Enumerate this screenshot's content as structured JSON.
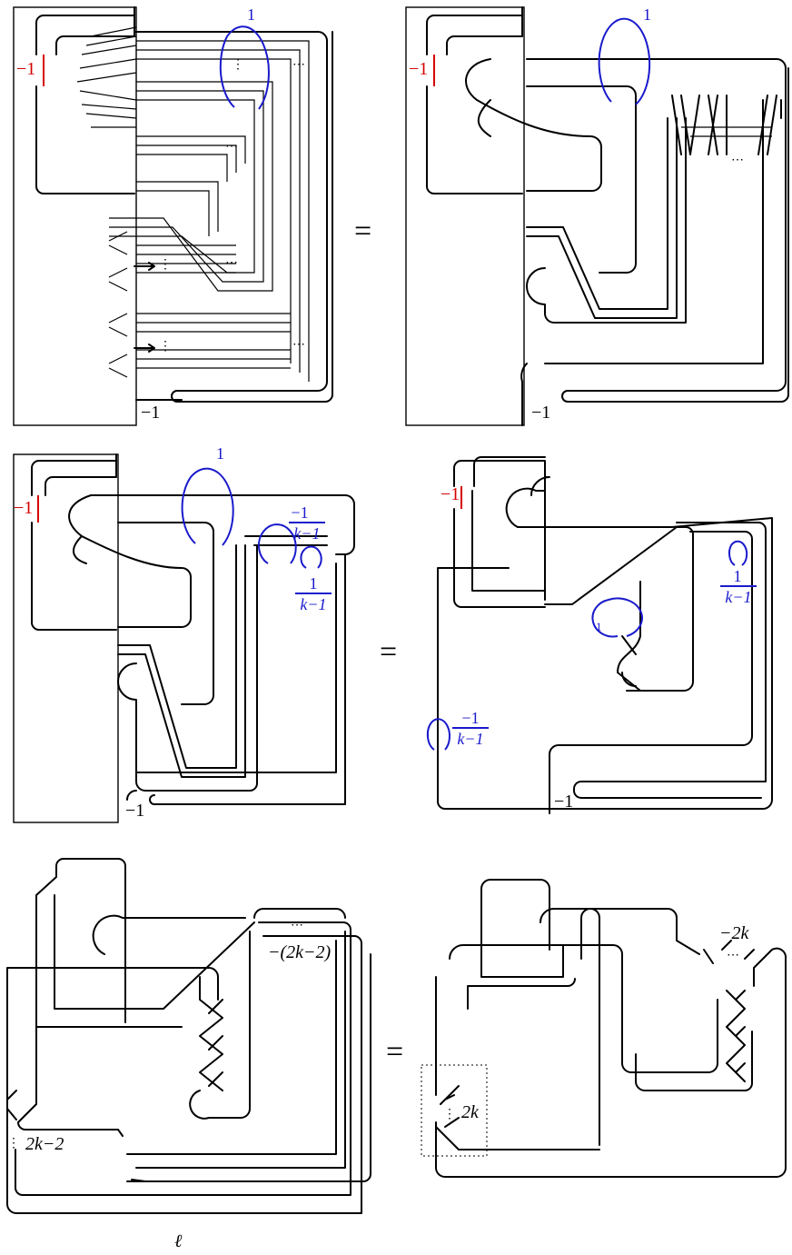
{
  "panels": {
    "p1": {
      "framing_red": "−1",
      "framing_blue": "1",
      "framing_bottom": "−1",
      "dots": "⋯",
      "vdots": "⋮"
    },
    "p2": {
      "framing_red": "−1",
      "framing_blue": "1",
      "framing_bottom": "−1",
      "dots": "⋯"
    },
    "p3": {
      "framing_red": "−1",
      "framing_blue": "1",
      "frac_num_a": "−1",
      "frac_den_a": "k−1",
      "frac_num_b": "1",
      "frac_den_b": "k−1",
      "framing_bottom": "−1"
    },
    "p4": {
      "framing_red": "−1",
      "framing_blue_small": "1",
      "frac_num_a": "1",
      "frac_den_a": "k−1",
      "frac_num_b": "−1",
      "frac_den_b": "k−1",
      "framing_bottom": "−1"
    },
    "p5": {
      "twist_top": "−(2k−2)",
      "twist_left": "2k−2",
      "caption": "ℓ",
      "dots": "⋯",
      "vdots": "⋮"
    },
    "p6": {
      "twist_top": "−2k",
      "twist_box": "2k",
      "dots": "⋯",
      "vdots": "⋮"
    }
  },
  "equals": [
    "=",
    "=",
    "="
  ],
  "colors": {
    "black": "#000000",
    "red": "#d40000",
    "blue": "#1a1acc"
  }
}
